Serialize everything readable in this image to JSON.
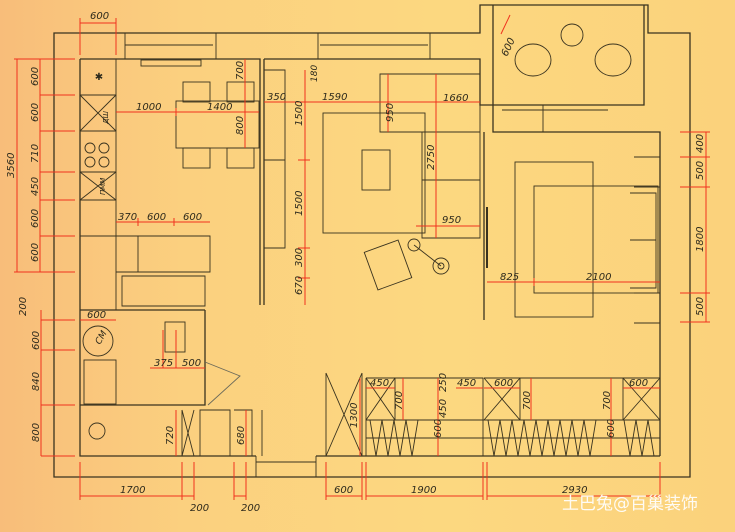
{
  "dimensions": {
    "top": [
      "600"
    ],
    "left": [
      "3560",
      "600",
      "600",
      "710",
      "450",
      "600",
      "600"
    ],
    "kitchen": [
      "1000",
      "1400",
      "700",
      "800",
      "370",
      "600",
      "600"
    ],
    "living": [
      "350",
      "1590",
      "180",
      "1500",
      "1500",
      "300",
      "670",
      "950",
      "1660",
      "2750",
      "950"
    ],
    "balcony": [
      "600"
    ],
    "bedroom": [
      "400",
      "500",
      "1800",
      "500",
      "825",
      "2100"
    ],
    "bathroom": [
      "200",
      "600",
      "600",
      "840",
      "800",
      "375",
      "500",
      "720",
      "680",
      "1300"
    ],
    "bottom": [
      "1700",
      "200",
      "200",
      "600",
      "1900",
      "2930"
    ],
    "wardrobe": [
      "450",
      "250",
      "450",
      "600",
      "600",
      "700",
      "450",
      "600",
      "700",
      "700",
      "600"
    ]
  },
  "appliances": {
    "washing_machine": "СМ",
    "dishwasher": "ПММ",
    "fridge": "ДШ"
  },
  "watermark": "土巴兔@百巢装饰",
  "colors": {
    "wall": "#3a331f",
    "dimension": "#f0321e",
    "background": "#fcd880"
  }
}
